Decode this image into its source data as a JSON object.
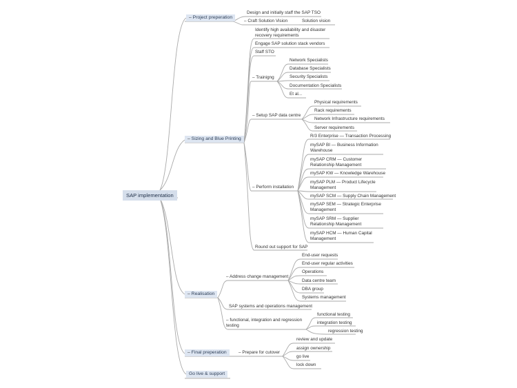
{
  "root": "SAP implementation",
  "project": {
    "label": "Project preperation",
    "design": "Design and initially staff the SAP TSO",
    "craft": "Craft Solution Vision",
    "vision": "Solution vision"
  },
  "sizing": {
    "label": "Sizing and Blue Printing",
    "identify": "Identify high availability and disaster recovery requirements",
    "engage": "Engage SAP solution stack vendors",
    "staff": "Staff STO",
    "training": {
      "label": "Trainigng",
      "items": [
        "Network Specialists",
        "Database Specialists",
        "Security Specialists",
        "Documentation Specialists",
        "Et al..."
      ]
    },
    "datacentre": {
      "label": "Setup SAP data centre",
      "items": [
        "Physical requirements",
        "Rack requirements",
        "Network Infrastructure requirements",
        "Server requirements"
      ]
    },
    "install": {
      "label": "Perform installation",
      "items": [
        "R/3 Enterprise — Transaction Processing",
        "mySAP BI — Business Information Warehouse",
        "mySAP CRM — Customer Relationship Management",
        "mySAP KW — Knowledge Warehouse",
        "mySAP PLM — Product Lifecycle Management",
        "mySAP SCM — Supply Chain Management",
        "mySAP SEM — Strategic Enterprise Management",
        "mySAP SRM — Supplier Relationship Management",
        "mySAP HCM — Human Capital Management"
      ]
    },
    "roundout": "Round out support for SAP"
  },
  "realisation": {
    "label": "Realisation",
    "change": {
      "label": "Address change management",
      "items": [
        "End-user requests",
        "End-user regular activities",
        "Operations",
        "Data centre team",
        "DBA group",
        "Systems management"
      ]
    },
    "sysops": "SAP systems and operations management",
    "testing": {
      "label": "functional, integration and regression testing",
      "items": [
        "functional testing",
        "integration testing",
        "regression testing"
      ]
    }
  },
  "final": {
    "label": "Final preperation",
    "cutover": {
      "label": "Prepare for cutover",
      "items": [
        "review and update",
        "assign ownership",
        "go live",
        "lock down"
      ]
    }
  },
  "golive": {
    "label": "Go live & support"
  },
  "symbols": {
    "collapse": "–"
  },
  "colors": {
    "line": "#a9a9a9",
    "branch_fill": "#dde5f1",
    "root_fill": "#d5deeb"
  }
}
